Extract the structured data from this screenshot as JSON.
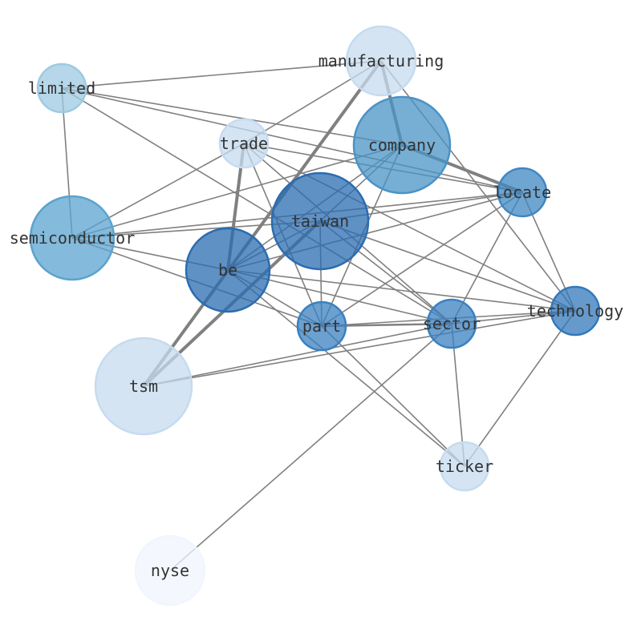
{
  "nodes": [
    {
      "id": "manufacturing",
      "label": "manufacturing",
      "color": "#c6dbef"
    },
    {
      "id": "limited",
      "label": "limited",
      "color": "#9ecae1"
    },
    {
      "id": "trade",
      "label": "trade",
      "color": "#c6dbef"
    },
    {
      "id": "company",
      "label": "company",
      "color": "#4a93c6"
    },
    {
      "id": "locate",
      "label": "locate",
      "color": "#3f87c2"
    },
    {
      "id": "taiwan",
      "label": "taiwan",
      "color": "#2b6cb0"
    },
    {
      "id": "semiconductor",
      "label": "semiconductor",
      "color": "#5ba3cf"
    },
    {
      "id": "be",
      "label": "be",
      "color": "#2b6cb0"
    },
    {
      "id": "part",
      "label": "part",
      "color": "#3a80c0"
    },
    {
      "id": "sector",
      "label": "sector",
      "color": "#3a80c0"
    },
    {
      "id": "technology",
      "label": "technology",
      "color": "#3378bb"
    },
    {
      "id": "tsm",
      "label": "tsm",
      "color": "#c6dbef"
    },
    {
      "id": "ticker",
      "label": "ticker",
      "color": "#c6dbef"
    },
    {
      "id": "nyse",
      "label": "nyse",
      "color": "#f0f6fd"
    }
  ],
  "edges": [
    [
      "limited",
      "manufacturing",
      1
    ],
    [
      "limited",
      "semiconductor",
      1
    ],
    [
      "limited",
      "company",
      1
    ],
    [
      "limited",
      "locate",
      1
    ],
    [
      "limited",
      "sector",
      1
    ],
    [
      "manufacturing",
      "trade",
      1
    ],
    [
      "manufacturing",
      "tsm",
      2.5
    ],
    [
      "manufacturing",
      "company",
      2.5
    ],
    [
      "manufacturing",
      "technology",
      1
    ],
    [
      "trade",
      "semiconductor",
      1
    ],
    [
      "trade",
      "be",
      2.5
    ],
    [
      "trade",
      "part",
      1
    ],
    [
      "trade",
      "sector",
      1
    ],
    [
      "trade",
      "technology",
      1
    ],
    [
      "trade",
      "locate",
      1
    ],
    [
      "company",
      "semiconductor",
      1
    ],
    [
      "company",
      "be",
      1
    ],
    [
      "company",
      "taiwan",
      1
    ],
    [
      "company",
      "part",
      1
    ],
    [
      "company",
      "locate",
      2.5
    ],
    [
      "locate",
      "semiconductor",
      1
    ],
    [
      "locate",
      "be",
      1
    ],
    [
      "locate",
      "taiwan",
      1
    ],
    [
      "locate",
      "part",
      1
    ],
    [
      "locate",
      "sector",
      1
    ],
    [
      "locate",
      "technology",
      1
    ],
    [
      "taiwan",
      "be",
      1
    ],
    [
      "taiwan",
      "part",
      1
    ],
    [
      "taiwan",
      "sector",
      1
    ],
    [
      "taiwan",
      "technology",
      1
    ],
    [
      "taiwan",
      "tsm",
      2.5
    ],
    [
      "taiwan",
      "semiconductor",
      1
    ],
    [
      "semiconductor",
      "be",
      1
    ],
    [
      "semiconductor",
      "part",
      1
    ],
    [
      "be",
      "technology",
      1
    ],
    [
      "be",
      "sector",
      1
    ],
    [
      "be",
      "part",
      1
    ],
    [
      "be",
      "ticker",
      1
    ],
    [
      "be",
      "tsm",
      1
    ],
    [
      "part",
      "sector",
      1.5
    ],
    [
      "part",
      "technology",
      1
    ],
    [
      "part",
      "ticker",
      1
    ],
    [
      "sector",
      "technology",
      1
    ],
    [
      "sector",
      "tsm",
      1
    ],
    [
      "sector",
      "ticker",
      1
    ],
    [
      "sector",
      "nyse",
      1
    ],
    [
      "technology",
      "tsm",
      1
    ],
    [
      "technology",
      "ticker",
      1
    ]
  ]
}
